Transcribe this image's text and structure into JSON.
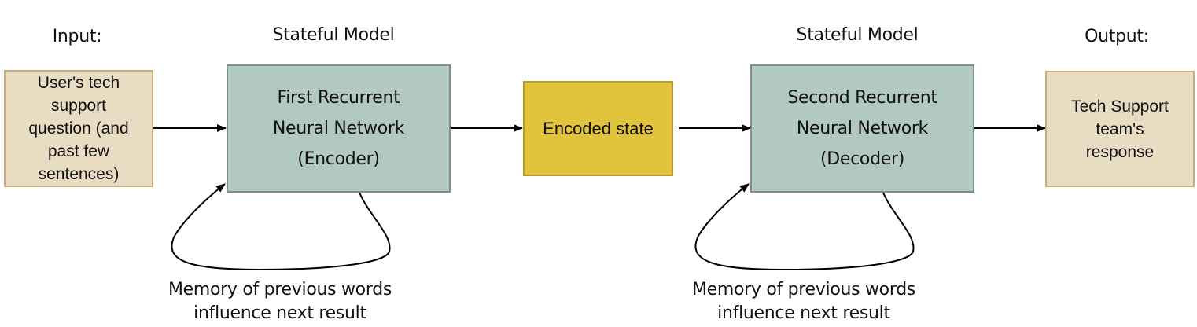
{
  "headings": {
    "input": "Input:",
    "stateful_model_1": "Stateful Model",
    "stateful_model_2": "Stateful Model",
    "output": "Output:"
  },
  "nodes": {
    "input": {
      "lines": [
        "User's tech",
        "support",
        "question (and",
        "past few",
        "sentences)"
      ],
      "color": "#e8dcc3"
    },
    "encoder": {
      "lines": [
        "First Recurrent",
        "Neural Network",
        "(Encoder)"
      ],
      "color": "#b2c8c2"
    },
    "state": {
      "lines": [
        "Encoded state"
      ],
      "color": "#e2c43c"
    },
    "decoder": {
      "lines": [
        "Second Recurrent",
        "Neural Network",
        "(Decoder)"
      ],
      "color": "#b2c8c2"
    },
    "output": {
      "lines": [
        "Tech Support",
        "team's",
        "response"
      ],
      "color": "#e8dcc3"
    }
  },
  "edges": [
    {
      "from": "input",
      "to": "encoder"
    },
    {
      "from": "encoder",
      "to": "state"
    },
    {
      "from": "state",
      "to": "decoder"
    },
    {
      "from": "decoder",
      "to": "output"
    },
    {
      "from": "encoder",
      "to": "encoder",
      "type": "loop"
    },
    {
      "from": "decoder",
      "to": "decoder",
      "type": "loop"
    }
  ],
  "captions": {
    "encoder_loop": [
      "Memory of previous words",
      "influence next result"
    ],
    "decoder_loop": [
      "Memory of previous words",
      "influence next result"
    ]
  }
}
